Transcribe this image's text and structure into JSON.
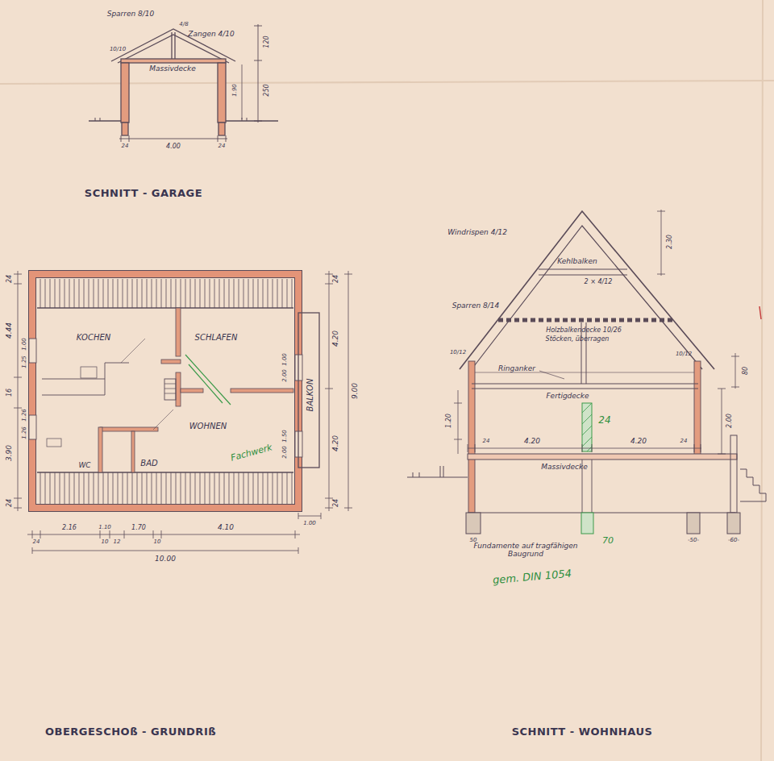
{
  "diagram": {
    "labels": [
      "Sparren 8/10",
      "4/8",
      "Zangen 4/10",
      "10/10",
      "Massivdecke",
      "120",
      "250",
      "1.90",
      "24",
      "4.00",
      "24",
      "SCHNITT - GARAGE",
      "24",
      "4.44",
      "1.00",
      "1.25",
      "16",
      "1.26",
      "1.26",
      "3.90",
      "24",
      "KOCHEN",
      "SCHLAFEN",
      "WOHNEN",
      "WC",
      "BAD",
      "BALKON",
      "Fachwerk",
      "1.00",
      "2.00",
      "1.50",
      "2.00",
      "24",
      "4.20",
      "9.00",
      "4.20",
      "24",
      "24",
      "2.16",
      "10",
      "1.10",
      "12",
      "1.70",
      "10",
      "4.10",
      "1.00",
      "10.00",
      "OBERGESCHOß - GRUNDRIß",
      "Windrispen 4/12",
      "2.30",
      "Kehlbalken",
      "2 × 4/12",
      "Sparren 8/14",
      "Holzbalkendecke 10/26",
      "Stöcken, überragen",
      "10/12",
      "10/12",
      "Ringanker",
      "80",
      "Fertigdecke",
      "1.20",
      "24",
      "4.20",
      "4.20",
      "24",
      "2.00",
      "24",
      "Massivdecke",
      "50",
      "Fundamente auf tragfähigen Baugrund",
      "70",
      "-50-",
      "-60-",
      "gem. DIN 1054",
      "SCHNITT - WOHNHAUS"
    ]
  }
}
